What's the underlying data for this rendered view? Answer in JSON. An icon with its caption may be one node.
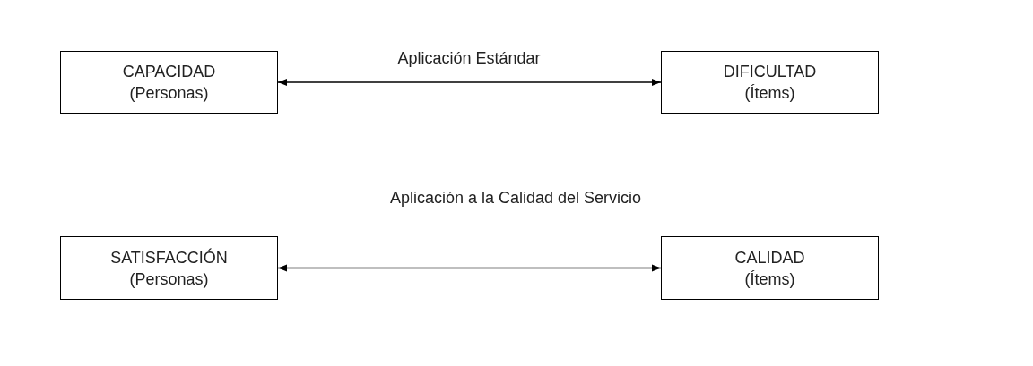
{
  "diagram": {
    "nodes": [
      {
        "text": [
          "CAPACIDAD",
          "(Personas)"
        ]
      },
      {
        "text": [
          "DIFICULTAD",
          "(Ítems)"
        ]
      },
      {
        "text": [
          "SATISFACCIÓN",
          "(Personas)"
        ]
      },
      {
        "text": [
          "CALIDAD",
          "(Ítems)"
        ]
      }
    ],
    "edges": [
      {
        "from": 0,
        "to": 1,
        "arrow": "both"
      },
      {
        "from": 2,
        "to": 3,
        "arrow": "both"
      }
    ],
    "labels": [
      "Aplicación Estándar",
      "Aplicación a la Calidad del Servicio"
    ]
  }
}
